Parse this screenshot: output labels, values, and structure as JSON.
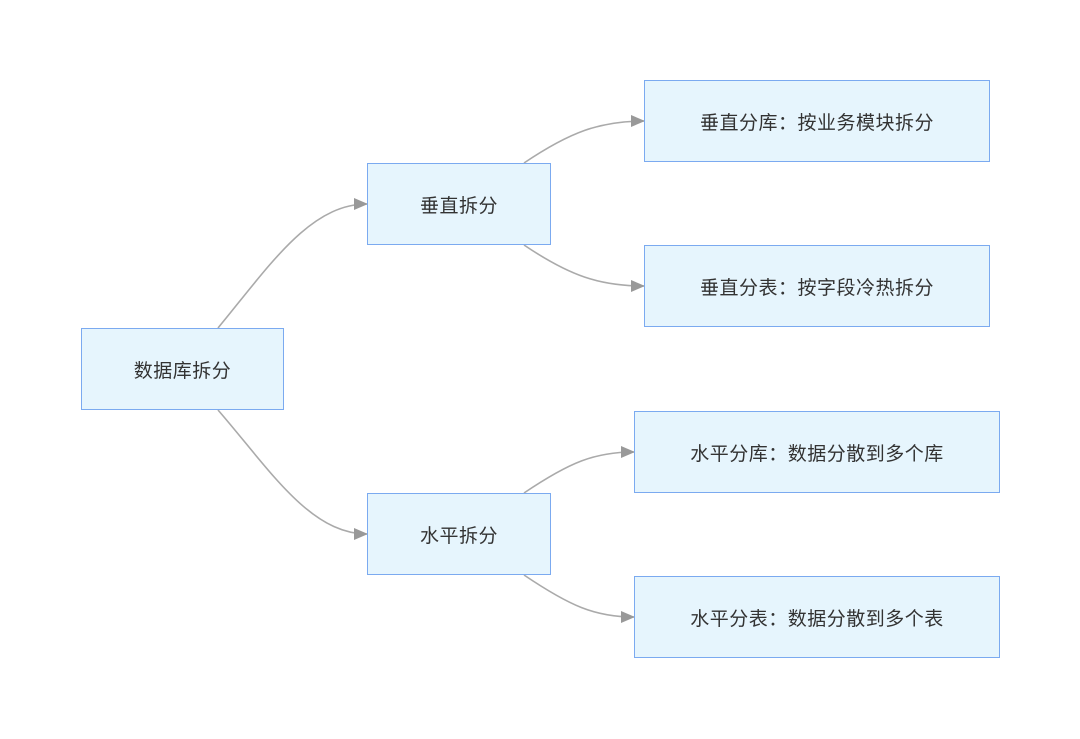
{
  "diagram": {
    "root": "数据库拆分",
    "vertical": {
      "label": "垂直拆分",
      "children": [
        "垂直分库：按业务模块拆分",
        "垂直分表：按字段冷热拆分"
      ]
    },
    "horizontal": {
      "label": "水平拆分",
      "children": [
        "水平分库：数据分散到多个库",
        "水平分表：数据分散到多个表"
      ]
    },
    "colors": {
      "node_fill": "#e6f5fd",
      "node_border": "#7baaf0",
      "edge": "#aaaaaa",
      "arrow": "#999999",
      "text": "#333333"
    }
  }
}
